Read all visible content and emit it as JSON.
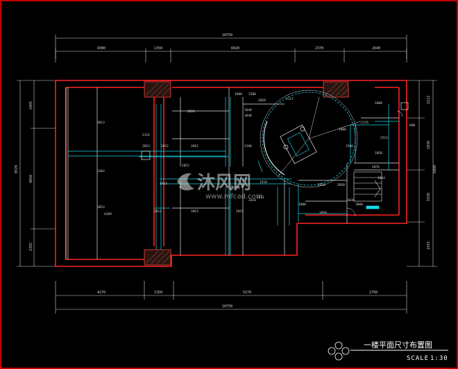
{
  "drawing": {
    "title": "一楼平面尺寸布置图",
    "scale_label": "SCALE",
    "scale_value": "1:30"
  },
  "watermark": {
    "brand": "沐风网",
    "url": "www.mfcad.com"
  },
  "dimensions": {
    "top_total": "18750",
    "top_segments": [
      "4300",
      "1350",
      "6020",
      "2370",
      "2640"
    ],
    "bottom_total": "18750",
    "bottom_segments": [
      "4270",
      "1350",
      "5170",
      "2750"
    ],
    "left_total": "8570",
    "left_segments": [
      "2495",
      "4010",
      "2355"
    ],
    "right_total": "6080",
    "right_segments": [
      "2113",
      "1038",
      "1938",
      "1915"
    ]
  },
  "room_labels": [
    "2054",
    "3813",
    "3302",
    "1853",
    "4209",
    "2052",
    "2053",
    "1500",
    "2020",
    "3640",
    "1600",
    "3640",
    "2190",
    "5190",
    "2051",
    "2052",
    "2012",
    "1413",
    "1519",
    "3410",
    "2650",
    "1050",
    "2076",
    "3117",
    "2176",
    "2513",
    "2050",
    "1050",
    "2053",
    "2154",
    "3311",
    "2000",
    "1500",
    "600",
    "1800",
    "1054",
    "1800",
    "2000",
    "2052",
    "1030"
  ],
  "colors": {
    "wall_red": "#ff2222",
    "line_cyan": "#18d8e8",
    "line_white": "#e6e6e6",
    "frame_red": "#ff0000",
    "column_brown": "#8a4a3a"
  }
}
